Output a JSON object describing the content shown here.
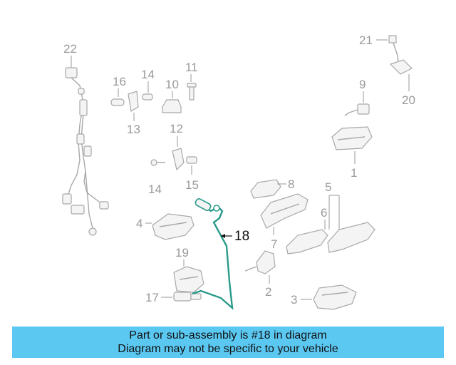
{
  "diagram": {
    "highlight_color": "#2a9a8a",
    "callouts": {
      "p1": "1",
      "p2": "2",
      "p3": "3",
      "p4": "4",
      "p5": "5",
      "p6": "6",
      "p7": "7",
      "p8": "8",
      "p9": "9",
      "p10": "10",
      "p11": "11",
      "p12": "12",
      "p13": "13",
      "p14a": "14",
      "p14b": "14",
      "p15": "15",
      "p16": "16",
      "p17": "17",
      "p18": "18",
      "p19": "19",
      "p20": "20",
      "p21": "21",
      "p22": "22"
    }
  },
  "banner": {
    "color": "#5bc8f2",
    "line1": "Part or sub-assembly is #18 in diagram",
    "line2": "Diagram may not be specific to your vehicle"
  }
}
